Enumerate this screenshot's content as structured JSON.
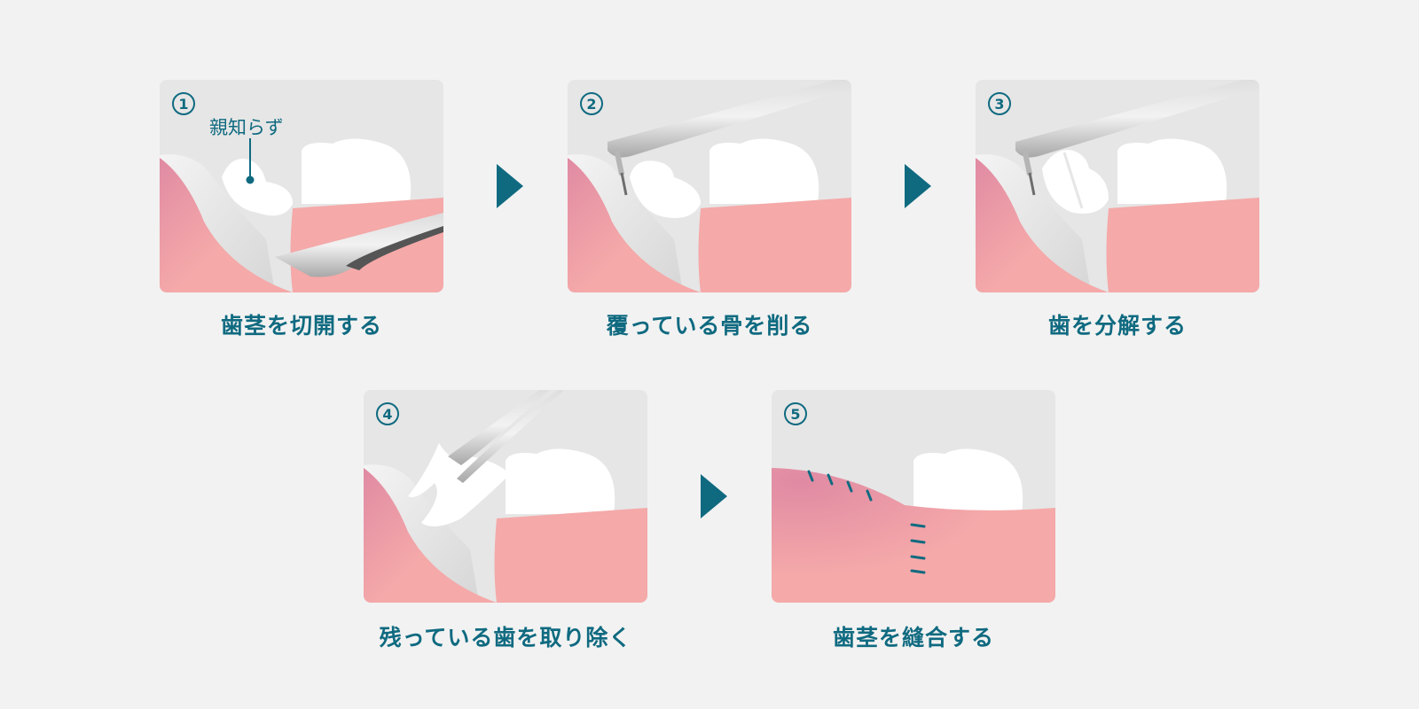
{
  "colors": {
    "accent": "#0f6a80",
    "gum": "#f5a9a9",
    "gum_dark": "#e08aa3",
    "panel_bg": "#e6e6e6",
    "tooth": "#ffffff",
    "page_bg": "#f2f2f2"
  },
  "steps": [
    {
      "number": "1",
      "caption": "歯茎を切開する",
      "label": "親知らず"
    },
    {
      "number": "2",
      "caption": "覆っている骨を削る"
    },
    {
      "number": "3",
      "caption": "歯を分解する"
    },
    {
      "number": "4",
      "caption": "残っている歯を取り除く"
    },
    {
      "number": "5",
      "caption": "歯茎を縫合する"
    }
  ],
  "icons": [
    "arrow-right-icon"
  ]
}
